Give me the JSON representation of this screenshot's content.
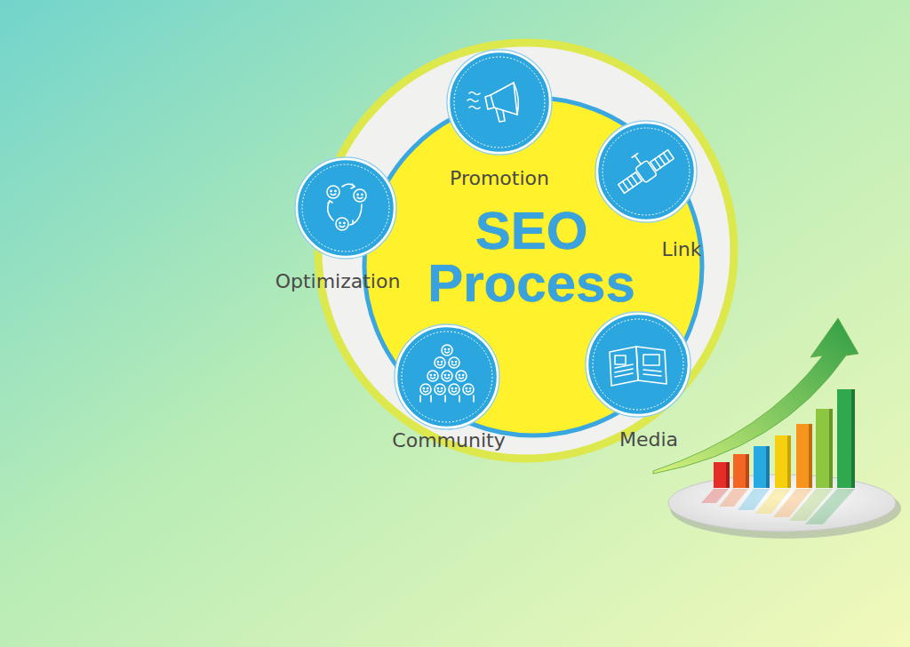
{
  "diagram": {
    "nodes": [
      {
        "text": [
          "SEO Process"
        ]
      },
      {
        "text": [
          "Promotion"
        ],
        "in": 0
      },
      {
        "text": [
          "Link"
        ],
        "in": 0
      },
      {
        "text": [
          "Optimization"
        ],
        "in": 0
      },
      {
        "text": [
          "Media"
        ],
        "in": 0
      },
      {
        "text": [
          "Community"
        ],
        "in": 0
      }
    ]
  }
}
